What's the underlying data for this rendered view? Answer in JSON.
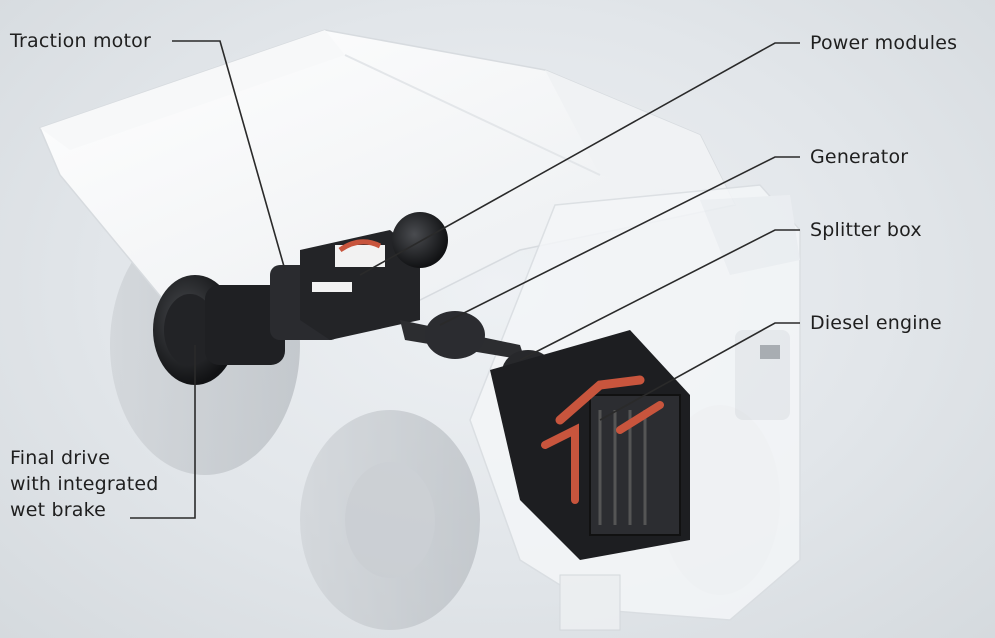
{
  "labels": {
    "traction_motor": "Traction motor",
    "power_modules": "Power modules",
    "generator": "Generator",
    "splitter_box": "Splitter box",
    "diesel_engine": "Diesel engine",
    "final_drive": [
      "Final drive",
      "with integrated",
      "wet brake"
    ]
  },
  "colors": {
    "background": "#e2e6ea",
    "truck_body": "#ffffff",
    "drivetrain_dark": "#1c1d20",
    "coolant_pipes": "#c8553d",
    "leader_line": "#2a2a2a",
    "text": "#1f1f1f"
  }
}
